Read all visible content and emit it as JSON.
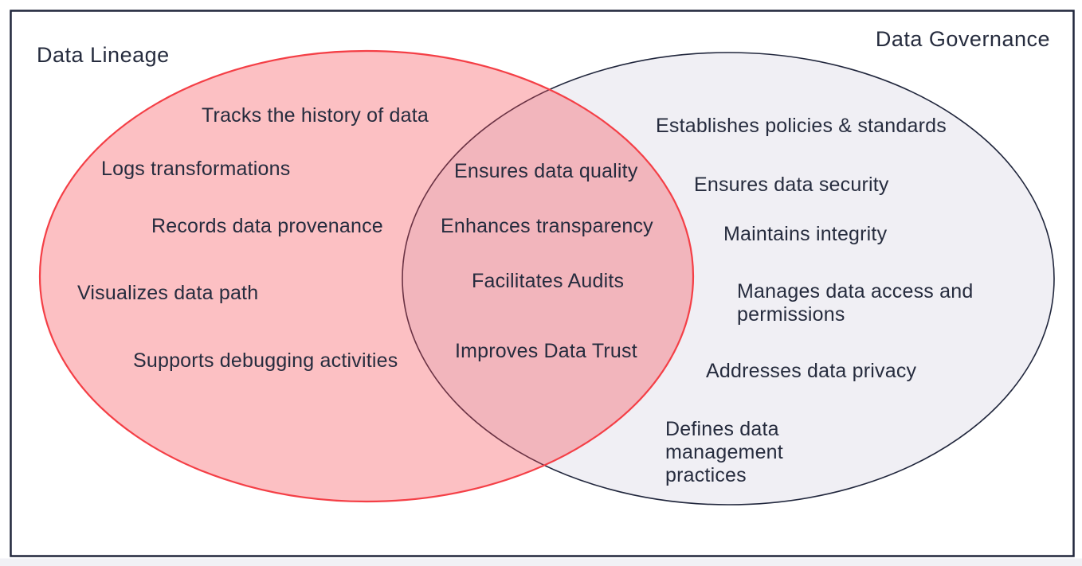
{
  "diagram": {
    "type": "venn",
    "lineage": {
      "title": "Data Lineage",
      "items": [
        "Tracks the history of data",
        "Logs transformations",
        "Records data provenance",
        "Visualizes data path",
        "Supports debugging activities"
      ]
    },
    "overlap": {
      "items": [
        "Ensures data quality",
        "Enhances transparency",
        "Facilitates Audits",
        "Improves Data Trust"
      ]
    },
    "governance": {
      "title": "Data Governance",
      "items": [
        "Establishes policies & standards",
        "Ensures data security",
        "Maintains integrity",
        "Manages data access and permissions",
        "Addresses data privacy",
        "Defines data management practices"
      ]
    }
  },
  "colors": {
    "lineage_fill": "rgba(246,75,84,0.35)",
    "lineage_stroke": "#f43f46",
    "governance_fill": "#f0eff4",
    "governance_stroke": "#20263c",
    "frame_border": "#20263c",
    "canvas": "#ffffff",
    "page_strip": "#f1f1f5",
    "text": "#262c3e"
  }
}
